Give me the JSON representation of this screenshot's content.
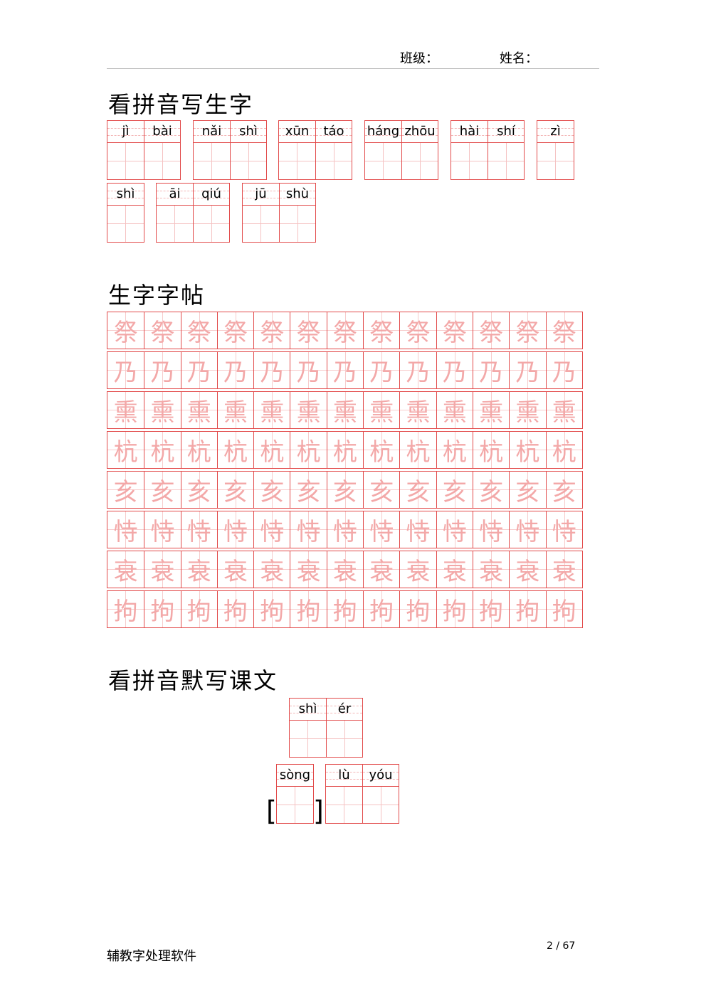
{
  "header": {
    "class_label": "班级：",
    "name_label": "姓名："
  },
  "sections": {
    "pinyin_write": "看拼音写生字",
    "copybook": "生字字帖",
    "dictation": "看拼音默写课文"
  },
  "pinyin_words": [
    [
      "jì",
      "bài"
    ],
    [
      "nǎi",
      "shì"
    ],
    [
      "xūn",
      "táo"
    ],
    [
      "háng",
      "zhōu"
    ],
    [
      "hài",
      "shí"
    ],
    [
      "zì"
    ],
    [
      "shì"
    ],
    [
      "āi",
      "qiú"
    ],
    [
      "jū",
      "shù"
    ]
  ],
  "copybook_chars": [
    "祭",
    "乃",
    "熏",
    "杭",
    "亥",
    "恃",
    "衰",
    "拘"
  ],
  "dictation_words": [
    [
      "shì",
      "ér"
    ],
    [
      "sòng"
    ],
    [
      "lù",
      "yóu"
    ]
  ],
  "brackets": {
    "open": "[",
    "close": "]"
  },
  "footer": {
    "software": "辅教字处理软件",
    "page": "2 / 67"
  }
}
